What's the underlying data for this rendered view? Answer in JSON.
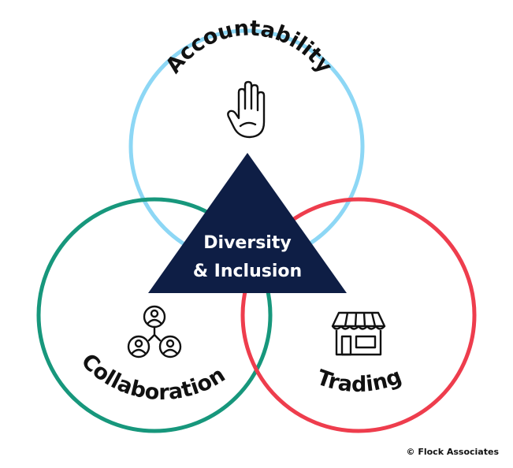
{
  "circles": {
    "accountability": {
      "label": "Accountability",
      "color": "#8dd7f5",
      "icon": "raised-hand-icon"
    },
    "collaboration": {
      "label": "Collaboration",
      "color": "#17977c",
      "icon": "people-network-icon"
    },
    "trading": {
      "label": "Trading",
      "color": "#ee3d4d",
      "icon": "storefront-icon"
    }
  },
  "center": {
    "line1": "Diversity",
    "line2": "& Inclusion",
    "color": "#0e1e45"
  },
  "credit": "© Flock Associates"
}
